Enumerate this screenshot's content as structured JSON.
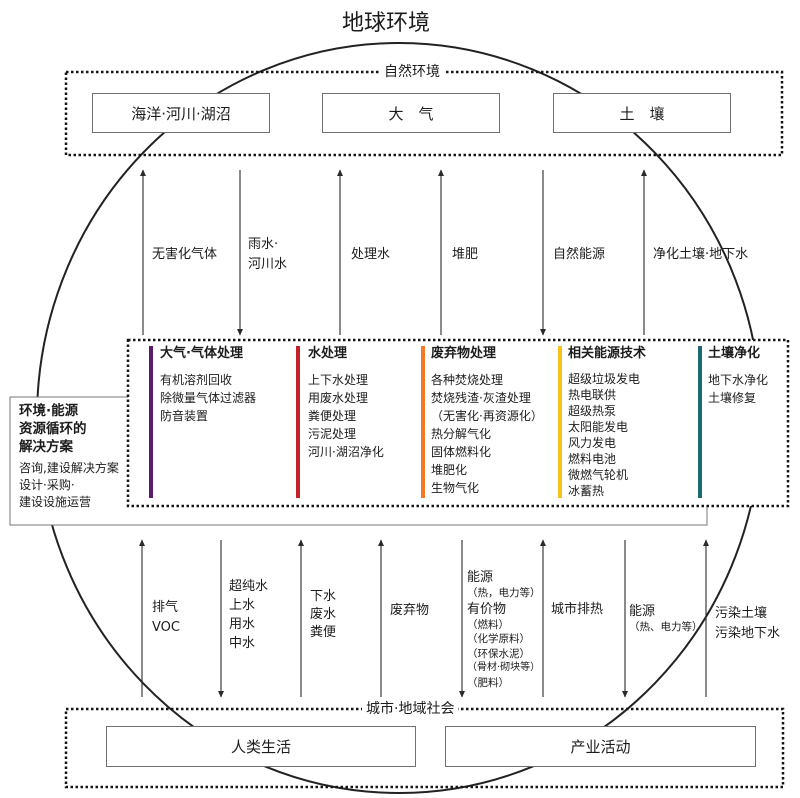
{
  "title": "地球环境",
  "natural_environment": {
    "label": "自然环境",
    "boxes": [
      "海洋·河川·湖沼",
      "大　气",
      "土　壤"
    ]
  },
  "upper_flows": [
    {
      "lines": [
        "无害化气体"
      ]
    },
    {
      "lines": [
        "雨水·",
        "河川水"
      ]
    },
    {
      "lines": [
        "处理水"
      ]
    },
    {
      "lines": [
        "堆肥"
      ]
    },
    {
      "lines": [
        "自然能源"
      ]
    },
    {
      "lines": [
        "净化土壤·地下水"
      ]
    }
  ],
  "solutions": {
    "heading": [
      "环境·能源",
      "资源循环的",
      "解决方案"
    ],
    "services": [
      "咨询,建设解决方案",
      "设计·采购·",
      "建设设施运营"
    ]
  },
  "categories": [
    {
      "title": "大气·气体处理",
      "color": "#5a1d6b",
      "items": [
        "有机溶剂回收",
        "除微量气体过滤器",
        "防音装置"
      ]
    },
    {
      "title": "水处理",
      "color": "#c3222c",
      "items": [
        "上下水处理",
        "用废水处理",
        "粪便处理",
        "污泥处理",
        "河川·湖沼净化"
      ]
    },
    {
      "title": "废弃物处理",
      "color": "#f07b23",
      "items": [
        "各种焚烧处理",
        "焚烧残渣·灰渣处理",
        "（无害化·再资源化）",
        "热分解气化",
        "固体燃料化",
        "堆肥化",
        "生物气化"
      ]
    },
    {
      "title": "相关能源技术",
      "color": "#f6c31c",
      "items": [
        "超级垃圾发电",
        "热电联供",
        "超级热泵",
        "太阳能发电",
        "风力发电",
        "燃料电池",
        "微燃气轮机",
        "冰蓄热"
      ]
    },
    {
      "title": "土壤净化",
      "color": "#1c6a70",
      "items": [
        "地下水净化",
        "土壤修复"
      ]
    }
  ],
  "lower_flows": [
    {
      "lines": [
        "排气",
        "VOC"
      ]
    },
    {
      "lines": [
        "超纯水",
        "上水",
        "用水",
        "中水"
      ]
    },
    {
      "lines": [
        "下水",
        "废水",
        "粪便"
      ]
    },
    {
      "lines": [
        "废弃物"
      ]
    },
    {
      "lines": [
        "能源",
        "（热，电力等）",
        "有价物",
        "（燃料）",
        "（化学原料）",
        "（环保水泥）",
        "（骨材·砌块等）",
        "（肥料）"
      ]
    },
    {
      "lines": [
        "城市排热"
      ]
    },
    {
      "lines": [
        "能源",
        "（热、电力等）"
      ]
    },
    {
      "lines": [
        "污染土壤",
        "污染地下水"
      ]
    }
  ],
  "urban_society": {
    "label": "城市·地域社会",
    "boxes": [
      "人类生活",
      "产业活动"
    ]
  }
}
